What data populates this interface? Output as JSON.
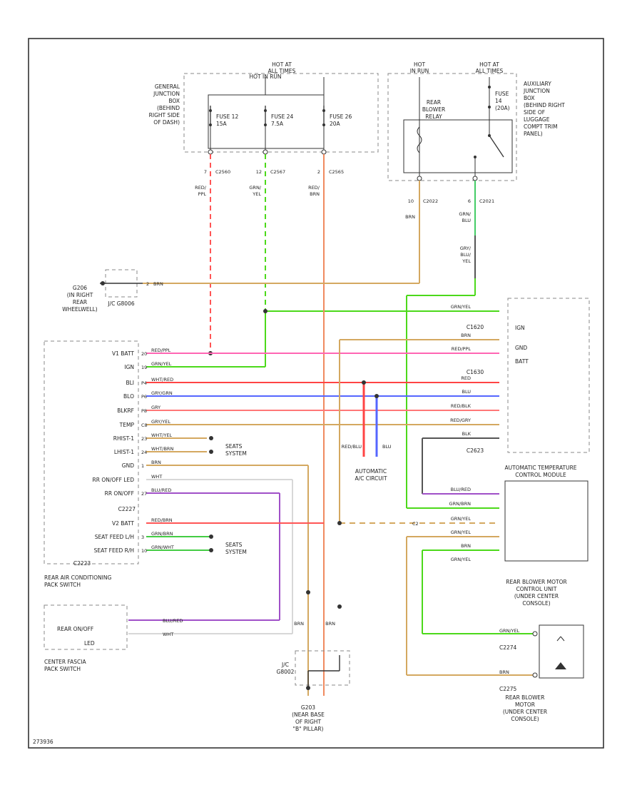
{
  "diagram_id": "273936",
  "junction_box": {
    "title": [
      "GENERAL",
      "JUNCTION",
      "BOX",
      "(BEHIND",
      "RIGHT SIDE",
      "OF DASH)"
    ],
    "hot_run": "HOT IN RUN",
    "hot_at_all_times": [
      "HOT AT",
      "ALL TIMES"
    ],
    "fuses": [
      {
        "name": "FUSE 12",
        "rating": "15A",
        "pin": "7",
        "connector": "C2560",
        "wire": [
          "RED/",
          "PPL"
        ]
      },
      {
        "name": "FUSE 24",
        "rating": "7.5A",
        "pin": "12",
        "connector": "C2567",
        "wire": [
          "GRN/",
          "YEL"
        ]
      },
      {
        "name": "FUSE 26",
        "rating": "20A",
        "pin": "2",
        "connector": "C2565",
        "wire": [
          "RED/",
          "BRN"
        ]
      }
    ]
  },
  "aux_box": {
    "title": [
      "AUXILIARY",
      "JUNCTION",
      "BOX",
      "(BEHIND RIGHT",
      "SIDE OF",
      "LUGGAGE",
      "COMPT TRIM",
      "PANEL)"
    ],
    "hot_run": [
      "HOT",
      "IN RUN"
    ],
    "hot_at_all_times": [
      "HOT AT",
      "ALL TIMES"
    ],
    "relay": [
      "REAR",
      "BLOWER",
      "RELAY"
    ],
    "fuse": [
      "FUSE",
      "14",
      "(20A)"
    ],
    "pin_left": "10",
    "conn_left": "C2022",
    "pin_right": "6",
    "conn_right": "C2021",
    "wire_left": "BRN",
    "wire_right": [
      "GRN/",
      "BLU"
    ],
    "wire_right2": [
      "GRY/",
      "BLU/",
      "YEL"
    ]
  },
  "ground_g206": {
    "label": [
      "G206",
      "(IN RIGHT",
      "REAR",
      "WHEELWELL)"
    ],
    "jc": "J/C G8006",
    "pin": "2",
    "wire": "BRN"
  },
  "rear_ac_switch": {
    "title": [
      "REAR AIR CONDITIONING",
      "PACK SWITCH"
    ],
    "pins": [
      {
        "name": "V1 BATT",
        "pin": "20",
        "wire": "RED/PPL"
      },
      {
        "name": "IGN",
        "pin": "19",
        "wire": "GRN/YEL"
      },
      {
        "name": "BLI",
        "pin": "P4",
        "wire": "WHT/RED"
      },
      {
        "name": "BLO",
        "pin": "P6",
        "wire": "GRY/GRN"
      },
      {
        "name": "BLKRF",
        "pin": "P8",
        "wire": "GRY"
      },
      {
        "name": "TEMP",
        "pin": "C8",
        "wire": "GRY/YEL"
      },
      {
        "name": "RHIST-1",
        "pin": "23",
        "wire": "WHT/YEL"
      },
      {
        "name": "LHIST-1",
        "pin": "24",
        "wire": "WHT/BRN"
      },
      {
        "name": "GND",
        "pin": "1",
        "wire": "BRN"
      },
      {
        "name": "RR ON/OFF LED",
        "pin": "",
        "wire": "WHT"
      },
      {
        "name": "RR ON/OFF",
        "pin": "27",
        "wire": "BLU/RED"
      },
      {
        "name": "V2 BATT",
        "pin": "",
        "wire": "RED/BRN"
      },
      {
        "name": "SEAT FEED L/H",
        "pin": "3",
        "wire": "GRN/BRN"
      },
      {
        "name": "SEAT FEED R/H",
        "pin": "10",
        "wire": "GRN/WHT"
      }
    ],
    "connector_1": "C2227",
    "connector_2": "C2223"
  },
  "seats_system": [
    "SEATS",
    "SYSTEM"
  ],
  "auto_ac": {
    "label": [
      "AUTOMATIC",
      "A/C CIRCUIT"
    ],
    "wire_left": "RED/BLU",
    "wire_right": "BLU"
  },
  "auto_temp_module": {
    "title": [
      "AUTOMATIC TEMPERATURE",
      "CONTROL MODULE"
    ],
    "pins_top": [
      "IGN",
      "GND",
      "BATT"
    ],
    "connectors": [
      "C1620",
      "C1630",
      "C2623"
    ],
    "wires": [
      "GRN/YEL",
      "BRN",
      "RED/PPL",
      "RED",
      "BLU",
      "RED/BLK",
      "RED/GRY",
      "BLK"
    ]
  },
  "blower_motor_unit": {
    "title": [
      "REAR BLOWER MOTOR",
      "CONTROL UNIT",
      "(UNDER CENTER",
      "CONSOLE)"
    ],
    "wires": [
      "BLU/RED",
      "GRN/BRN",
      "GRN/YEL",
      "GRN/YEL",
      "BRN",
      "GRN/YEL"
    ],
    "connector": "C2"
  },
  "blower_motor": {
    "title": [
      "REAR BLOWER",
      "MOTOR",
      "(UNDER CENTER",
      "CONSOLE)"
    ],
    "connector_1": "C2274",
    "connector_2": "C2275",
    "wire_1": "GRN/YEL",
    "wire_2": "BRN"
  },
  "center_fascia": {
    "title": [
      "CENTER FASCIA",
      "PACK SWITCH"
    ],
    "label": [
      "REAR ON/OFF",
      "LED"
    ],
    "wire_1": "BLU/RED",
    "wire_2": "WHT"
  },
  "ground_g203": {
    "label": [
      "G203",
      "(NEAR BASE",
      "OF RIGHT",
      "\"B\" PILLAR)"
    ],
    "jc": [
      "J/C",
      "G8002"
    ],
    "wire": "BRN"
  },
  "colors": {
    "red_ppl": "#ff66b3",
    "grn_yel": "#4cd91a",
    "red": "#ff4444",
    "red_brn": "#f08a60",
    "brn": "#d4a860",
    "blu": "#5566ff",
    "gry": "#999999",
    "pink_red": "#ff7777",
    "purple": "#a050c8",
    "green": "#44cc44",
    "dashed_red": "#ff5555"
  }
}
